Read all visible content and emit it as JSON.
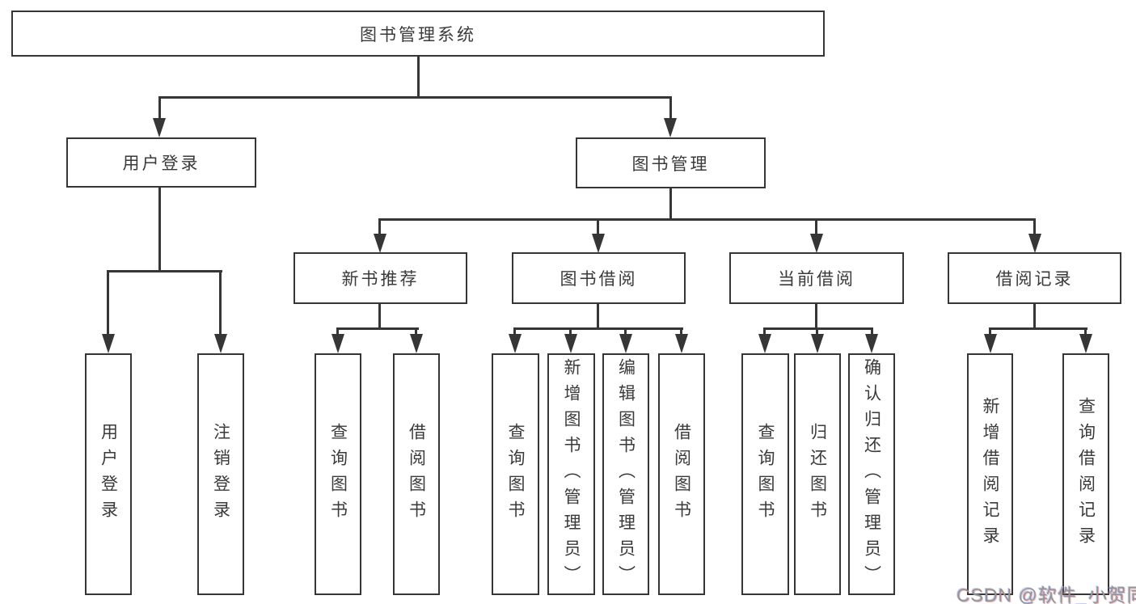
{
  "tree": {
    "label": "图书管理系统",
    "children": [
      {
        "label": "用户登录",
        "children": [
          {
            "label": "用户登录"
          },
          {
            "label": "注销登录"
          }
        ]
      },
      {
        "label": "图书管理",
        "children": [
          {
            "label": "新书推荐",
            "children": [
              {
                "label": "查询图书"
              },
              {
                "label": "借阅图书"
              }
            ]
          },
          {
            "label": "图书借阅",
            "children": [
              {
                "label": "查询图书"
              },
              {
                "label": "新增图书（管理员）"
              },
              {
                "label": "编辑图书（管理员）"
              },
              {
                "label": "借阅图书"
              }
            ]
          },
          {
            "label": "当前借阅",
            "children": [
              {
                "label": "查询图书"
              },
              {
                "label": "归还图书"
              },
              {
                "label": "确认归还（管理员）"
              }
            ]
          },
          {
            "label": "借阅记录",
            "children": [
              {
                "label": "新增借阅记录"
              },
              {
                "label": "查询借阅记录"
              }
            ]
          }
        ]
      }
    ]
  },
  "watermark": {
    "text": "CSDN @软件_小贺同学"
  },
  "colors": {
    "line": "#363636",
    "text": "#3a3a3a",
    "background": "#ffffff",
    "watermark": "#949494"
  }
}
